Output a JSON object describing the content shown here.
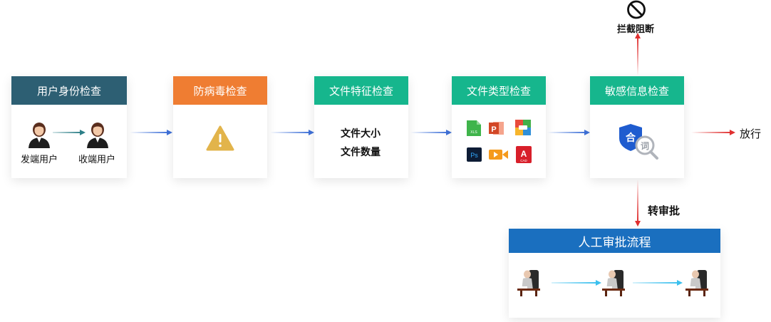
{
  "steps": [
    {
      "title": "用户身份检查",
      "color": "#2d5f73"
    },
    {
      "title": "防病毒检查",
      "color": "#ef7d32"
    },
    {
      "title": "文件特征检查",
      "color": "#16b68d"
    },
    {
      "title": "文件类型检查",
      "color": "#16b68d"
    },
    {
      "title": "敏感信息检查",
      "color": "#16b68d"
    }
  ],
  "identity": {
    "sender": "发端用户",
    "receiver": "收端用户"
  },
  "features": [
    "文件大小",
    "文件数量"
  ],
  "filetypes": {
    "xls_label": "XLS",
    "ppt_label": "P",
    "ps_label": "Ps",
    "cad_letter": "A",
    "cad_label": "CAD"
  },
  "sensitive_icon": {
    "shield_char": "合",
    "word_char": "词"
  },
  "block_label": "拦截阻断",
  "pass_label": "放行",
  "review_label": "转审批",
  "review_process": {
    "title": "人工审批流程",
    "color": "#1a6fbf"
  },
  "colors": {
    "blue_arrow": "#3f71d8",
    "red_arrow": "#e03030",
    "shield": "#1f5ccf"
  }
}
